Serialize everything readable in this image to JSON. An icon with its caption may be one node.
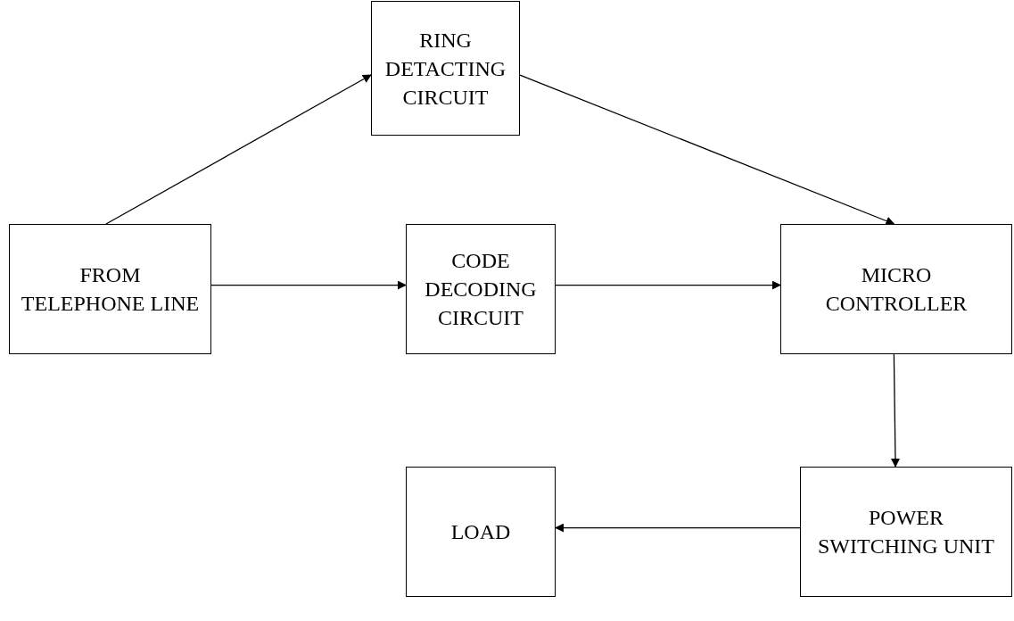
{
  "diagram": {
    "nodes": [
      {
        "text": [
          "RING DETACTING CIRCUIT"
        ]
      },
      {
        "text": [
          "FROM TELEPHONE LINE"
        ]
      },
      {
        "text": [
          "CODE DECODING CIRCUIT"
        ]
      },
      {
        "text": [
          "MICRO CONTROLLER"
        ]
      },
      {
        "text": [
          "POWER SWITCHING UNIT"
        ]
      },
      {
        "text": [
          "LOAD"
        ]
      }
    ],
    "edges": [
      {
        "from": 1,
        "to": 0,
        "arrow": "to"
      },
      {
        "from": 0,
        "to": 3,
        "arrow": "to"
      },
      {
        "from": 1,
        "to": 2,
        "arrow": "to"
      },
      {
        "from": 2,
        "to": 3,
        "arrow": "to"
      },
      {
        "from": 3,
        "to": 4,
        "arrow": "to"
      },
      {
        "from": 4,
        "to": 5,
        "arrow": "to"
      }
    ]
  }
}
